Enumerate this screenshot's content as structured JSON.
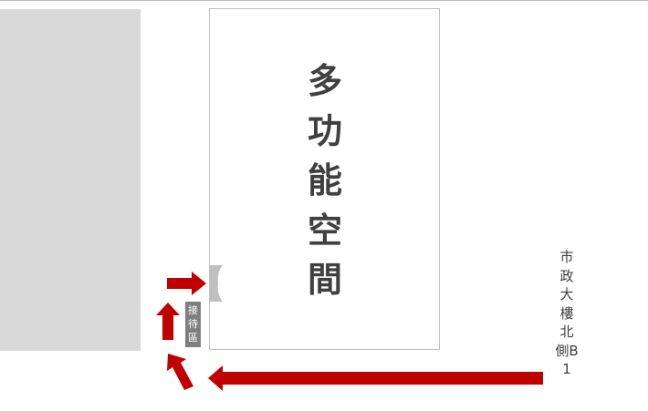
{
  "room": {
    "name": "多功能空間"
  },
  "reception": {
    "label": "接待區"
  },
  "building": {
    "label": "市政大樓北側B1"
  },
  "colors": {
    "arrow": "#c00000",
    "room_border": "#bfbfbf",
    "gray_block": "#d9d9d9",
    "reception_bg": "#7f7f7f",
    "text": "#404040"
  }
}
